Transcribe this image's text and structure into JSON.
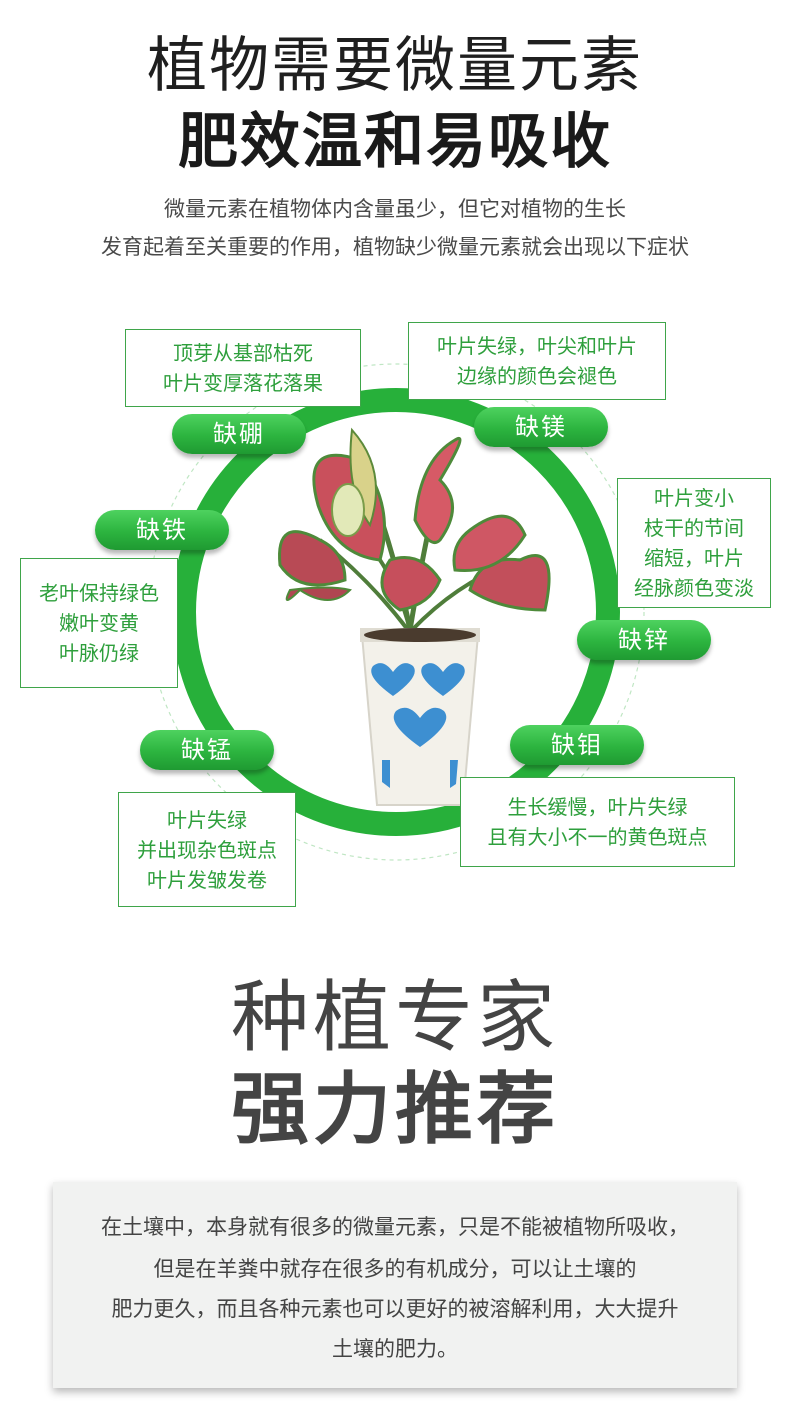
{
  "header": {
    "title_line1": "植物需要微量元素",
    "title_line2": "肥效温和易吸收",
    "intro_line1": "微量元素在植物体内含量虽少，但它对植物的生长",
    "intro_line2": "发育起着至关重要的作用，植物缺少微量元素就会出现以下症状"
  },
  "diagram": {
    "pills": {
      "boron": "缺硼",
      "magnesium": "缺镁",
      "iron": "缺铁",
      "zinc": "缺锌",
      "manganese": "缺锰",
      "molybdenum": "缺钼"
    },
    "boxes": {
      "boron": [
        "顶芽从基部枯死",
        "叶片变厚落花落果"
      ],
      "magnesium": [
        "叶片失绿，叶尖和叶片",
        "边缘的颜色会褪色"
      ],
      "iron": [
        "老叶保持绿色",
        "嫩叶变黄",
        "叶脉仍绿"
      ],
      "zinc": [
        "叶片变小",
        "枝干的节间",
        "缩短，叶片",
        "经脉颜色变淡"
      ],
      "manganese": [
        "叶片失绿",
        "并出现杂色斑点",
        "叶片发皱发卷"
      ],
      "molybdenum": [
        "生长缓慢，叶片失绿",
        "且有大小不一的黄色斑点"
      ]
    },
    "colors": {
      "green": "#2cb43f",
      "text_green": "#2e9f3c"
    }
  },
  "section2": {
    "title_line1": "种植专家",
    "title_line2": "强力推荐",
    "body_lines": [
      "在土壤中，本身就有很多的微量元素，只是不能被植物所吸收，",
      "但是在羊粪中就存在很多的有机成分，可以让土壤的",
      "肥力更久，而且各种元素也可以更好的被溶解利用，大大提升",
      "土壤的肥力。"
    ]
  }
}
